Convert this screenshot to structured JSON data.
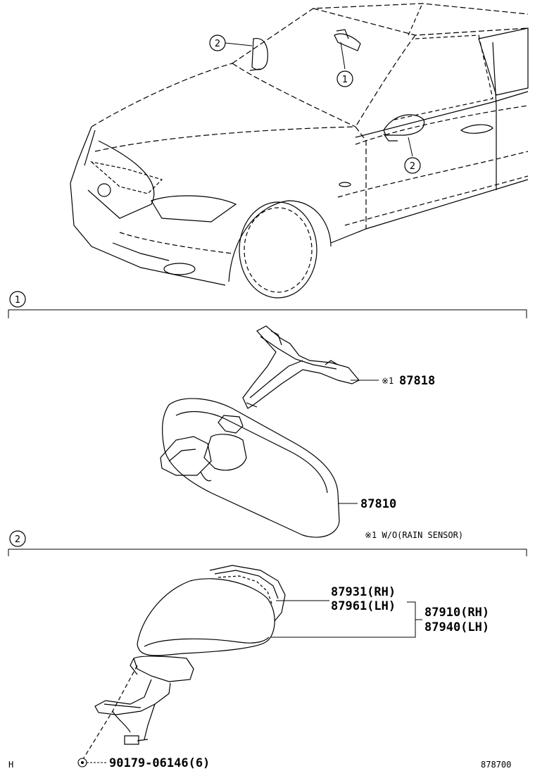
{
  "callouts": {
    "c1": "1",
    "c2": "2"
  },
  "section1": {
    "marker": "1",
    "bracket_part": "87818",
    "bracket_prefix": "※1",
    "mirror_part": "87810",
    "note": "※1 W/O(RAIN SENSOR)"
  },
  "section2": {
    "marker": "2",
    "glass_rh": "87931(RH)",
    "glass_lh": "87961(LH)",
    "assy_rh": "87910(RH)",
    "assy_lh": "87940(LH)",
    "screw": "90179-06146(6)"
  },
  "footer": {
    "left_code": "H",
    "right_code": "878700"
  }
}
